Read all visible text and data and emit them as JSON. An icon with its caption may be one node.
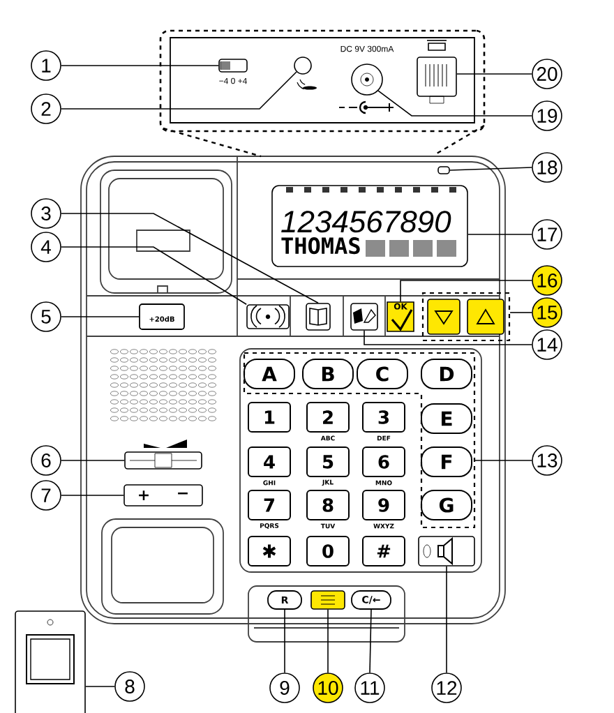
{
  "diagram": {
    "nodes": [
      {
        "text": [],
        "shape": "box"
      },
      {
        "text": [
          "1"
        ]
      },
      {
        "text": [
          "2"
        ]
      },
      {
        "text": [],
        "shape": "box",
        "in": 0,
        "beside": [
          "−4  0  +4"
        ]
      },
      {
        "text": [],
        "shape": "circle",
        "in": 0
      },
      {
        "text": [],
        "shape": "circle",
        "in": 0
      },
      {
        "text": [],
        "shape": "box",
        "in": 0
      },
      {
        "text": [
          "20"
        ]
      },
      {
        "text": [
          "19"
        ]
      },
      {
        "text": [
          "18"
        ]
      },
      {
        "text": [],
        "shape": "box"
      },
      {
        "text": [
          "3"
        ]
      },
      {
        "text": [
          "4"
        ]
      },
      {
        "text": [
          "17"
        ]
      },
      {
        "text": [
          "1234567890",
          "THOMAS"
        ]
      },
      {
        "text": [
          "16"
        ]
      },
      {
        "text": [
          "5"
        ]
      },
      {
        "text": [
          "+20dB"
        ]
      },
      {
        "text": [],
        "shape": "box"
      },
      {
        "text": [],
        "shape": "box"
      },
      {
        "text": [],
        "shape": "box"
      },
      {
        "text": [
          "OK"
        ]
      },
      {
        "text": [],
        "shape": "box"
      },
      {
        "text": [],
        "shape": "box",
        "in": 22
      },
      {
        "text": [],
        "shape": "box",
        "in": 22
      },
      {
        "text": [
          "15"
        ]
      },
      {
        "text": [
          "14"
        ]
      },
      {
        "text": [],
        "shape": "box"
      },
      {
        "text": [
          "A"
        ],
        "in": 27
      },
      {
        "text": [
          "B"
        ],
        "in": 27
      },
      {
        "text": [
          "C"
        ],
        "in": 27
      },
      {
        "text": [
          "D"
        ],
        "in": 27
      },
      {
        "text": [
          "1"
        ]
      },
      {
        "text": [
          "2"
        ],
        "beside": [
          "ABC"
        ]
      },
      {
        "text": [
          "3"
        ],
        "beside": [
          "DEF"
        ]
      },
      {
        "text": [
          "E"
        ],
        "in": 27
      },
      {
        "text": [],
        "shape": "box"
      },
      {
        "text": [
          "6"
        ]
      },
      {
        "text": [
          "4"
        ],
        "beside": [
          "GHI"
        ]
      },
      {
        "text": [
          "5"
        ],
        "beside": [
          "JKL"
        ]
      },
      {
        "text": [
          "6"
        ],
        "beside": [
          "MNO"
        ]
      },
      {
        "text": [
          "F"
        ],
        "in": 27
      },
      {
        "text": [
          "13"
        ]
      },
      {
        "text": [
          "7"
        ]
      },
      {
        "text": [],
        "shape": "box"
      },
      {
        "text": [
          "+"
        ],
        "in": 44
      },
      {
        "text": [
          "−"
        ],
        "in": 44
      },
      {
        "text": [
          "7"
        ],
        "beside": [
          "PQRS"
        ]
      },
      {
        "text": [
          "8"
        ],
        "beside": [
          "TUV"
        ]
      },
      {
        "text": [
          "9"
        ],
        "beside": [
          "WXYZ"
        ]
      },
      {
        "text": [
          "G"
        ],
        "in": 27
      },
      {
        "text": [
          "✱"
        ]
      },
      {
        "text": [
          "0"
        ]
      },
      {
        "text": [
          "#"
        ]
      },
      {
        "text": [],
        "shape": "box"
      },
      {
        "text": [
          "R"
        ]
      },
      {
        "text": [],
        "shape": "box"
      },
      {
        "text": [
          "C/←"
        ]
      },
      {
        "text": [],
        "shape": "box"
      },
      {
        "text": [
          "8"
        ]
      },
      {
        "text": [
          "9"
        ]
      },
      {
        "text": [
          "10"
        ]
      },
      {
        "text": [
          "11"
        ]
      },
      {
        "text": [
          "12"
        ]
      }
    ],
    "edges": [
      {
        "from": 1,
        "to": 3,
        "arrow": "none"
      },
      {
        "from": 2,
        "to": 4,
        "arrow": "none"
      },
      {
        "from": 7,
        "to": 6,
        "arrow": "none"
      },
      {
        "from": 8,
        "to": 5,
        "arrow": "none"
      },
      {
        "from": 9,
        "to": 10,
        "arrow": "none"
      },
      {
        "from": 11,
        "to": 19,
        "arrow": "none"
      },
      {
        "from": 12,
        "to": 18,
        "arrow": "none"
      },
      {
        "from": 13,
        "to": 14,
        "arrow": "none"
      },
      {
        "from": 15,
        "to": 21,
        "arrow": "none"
      },
      {
        "from": 16,
        "to": 17,
        "arrow": "none"
      },
      {
        "from": 25,
        "to": 22,
        "arrow": "none"
      },
      {
        "from": 26,
        "to": 20,
        "arrow": "none"
      },
      {
        "from": 37,
        "to": 36,
        "arrow": "none"
      },
      {
        "from": 42,
        "to": 27,
        "arrow": "none"
      },
      {
        "from": 43,
        "to": 44,
        "arrow": "none"
      },
      {
        "from": 59,
        "to": 58,
        "arrow": "none"
      },
      {
        "from": 60,
        "to": 55,
        "arrow": "none"
      },
      {
        "from": 61,
        "to": 56,
        "arrow": "none"
      },
      {
        "from": 62,
        "to": 57,
        "arrow": "none"
      },
      {
        "from": 63,
        "to": 54,
        "arrow": "none"
      }
    ],
    "labels": [
      "DC 9V 300mA"
    ]
  }
}
